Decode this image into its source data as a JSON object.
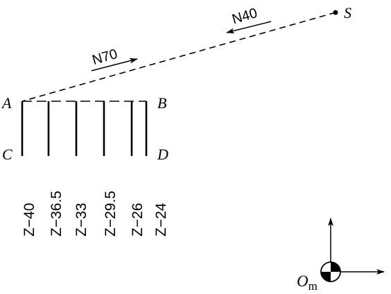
{
  "points": {
    "start": "S",
    "a": "A",
    "b": "B",
    "c": "C",
    "d": "D"
  },
  "feeds": {
    "first": "N40",
    "second": "N70"
  },
  "depths": [
    "Z−40",
    "Z−36.5",
    "Z−33",
    "Z−29.5",
    "Z−26",
    "Z−24"
  ],
  "origin": {
    "letter": "O",
    "subscript": "m"
  }
}
